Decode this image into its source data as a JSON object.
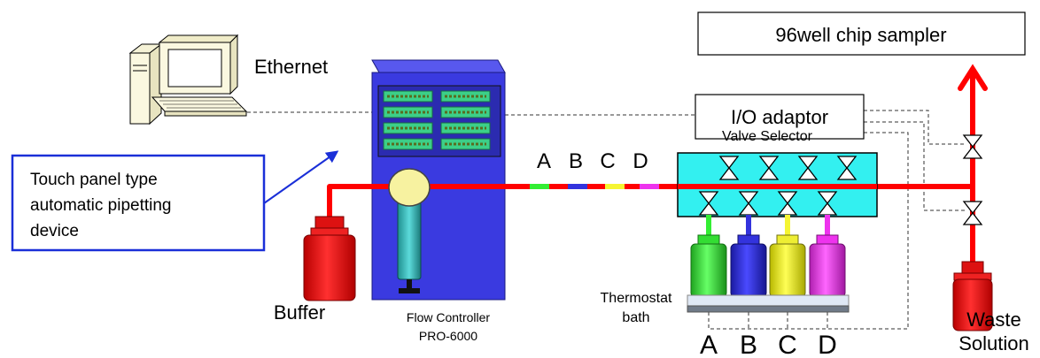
{
  "labels": {
    "sampler": "96well chip sampler",
    "ethernet": "Ethernet",
    "io_adaptor": "I/O adaptor",
    "valve_selector": "Valve Selector",
    "touch_panel": [
      "Touch panel type",
      "automatic pipetting",
      "device"
    ],
    "buffer": "Buffer",
    "flow_controller": [
      "Flow Controller",
      "PRO-6000"
    ],
    "thermostat": [
      "Thermostat",
      "bath"
    ],
    "waste": [
      "Waste",
      "Solution"
    ]
  },
  "channels_top": [
    "A",
    "B",
    "C",
    "D"
  ],
  "channels_bottom": [
    "A",
    "B",
    "C",
    "D"
  ],
  "colors": {
    "flow_line": "#ff0000",
    "controller_body": "#3a3ae0",
    "valve_body": "#33f0f0",
    "channel_a": "#33ee33",
    "channel_b": "#3333dd",
    "channel_c": "#f5f533",
    "channel_d": "#ee33ee",
    "callout_border": "#1a2fd8",
    "panel_button": "#3ccf88"
  },
  "icons": [
    "computer-icon",
    "valve-icon",
    "syringe-icon",
    "bottle-icon",
    "arrow-up-icon"
  ]
}
